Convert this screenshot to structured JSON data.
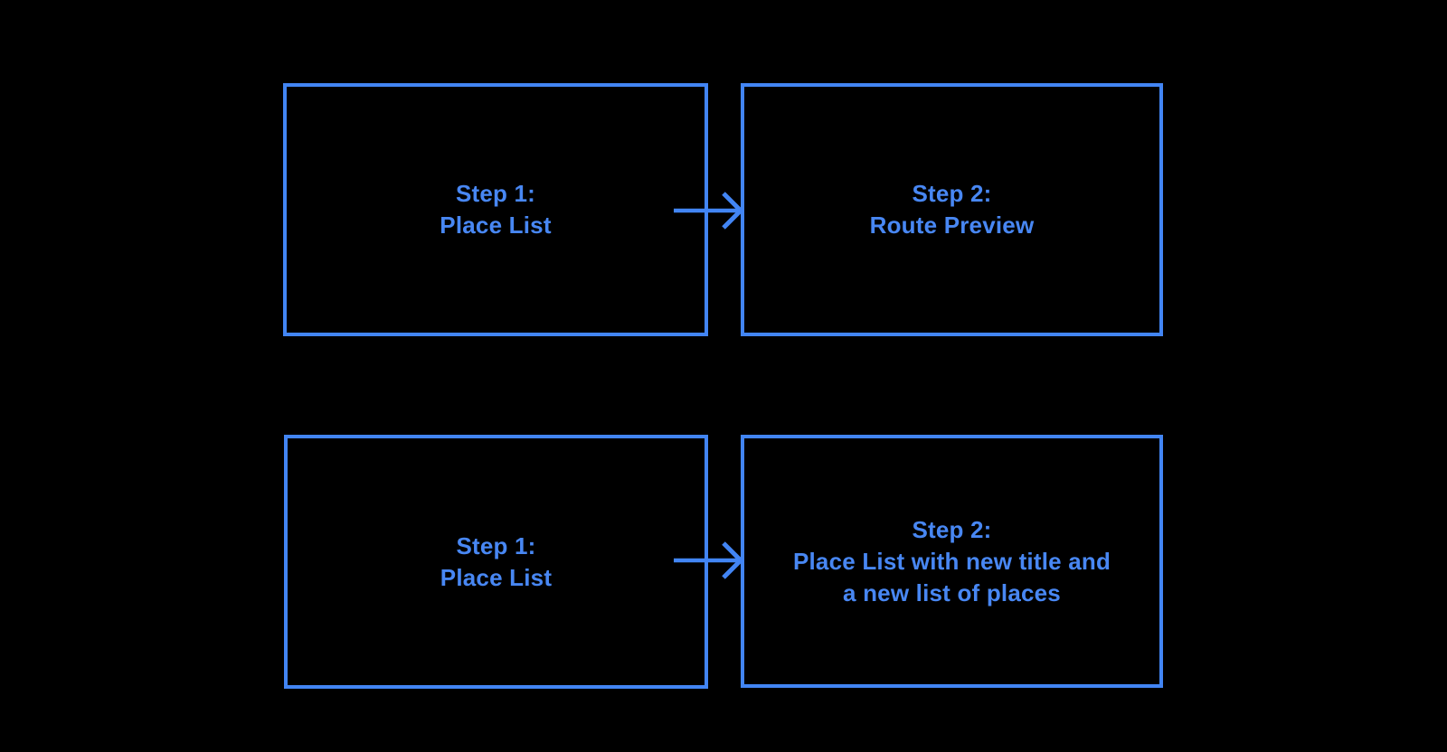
{
  "colors": {
    "background": "#000000",
    "accent": "#4285F4",
    "text": "#4887F3"
  },
  "flow": {
    "rows": [
      {
        "source": {
          "line1": "Step 1:",
          "line2": "Place List"
        },
        "arrow_icon": "right-arrow",
        "target": {
          "line1": "Step 2:",
          "line2": "Route Preview"
        }
      },
      {
        "source": {
          "line1": "Step 1:",
          "line2": "Place List"
        },
        "arrow_icon": "right-arrow",
        "target": {
          "line1": "Step 2:",
          "line2": "Place List with new title and",
          "line3": "a new list of places"
        }
      }
    ]
  }
}
